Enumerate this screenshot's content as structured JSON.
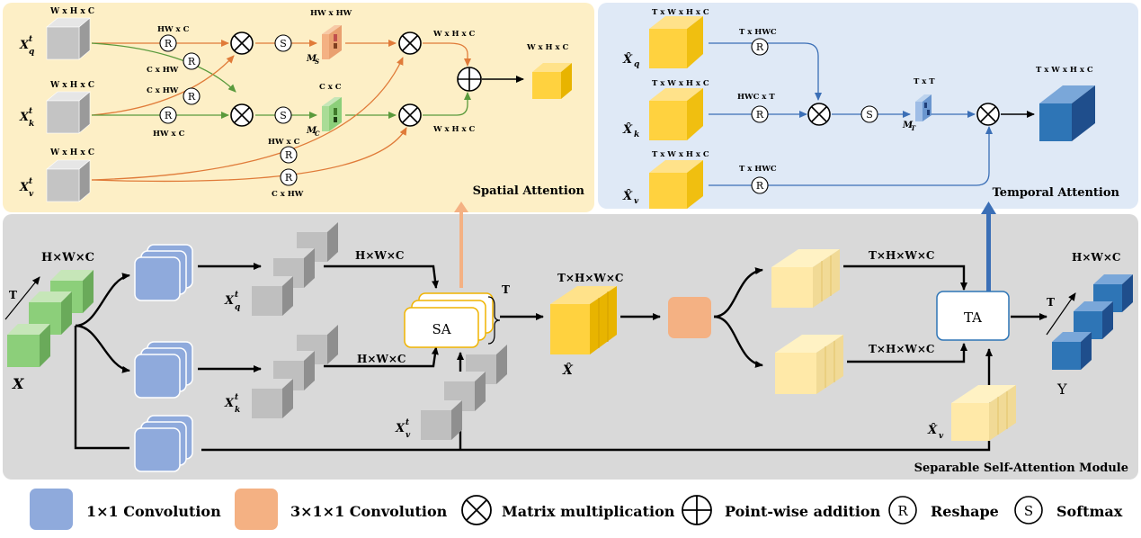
{
  "spatial_panel": {
    "title": "Spatial Attention",
    "dim_whc": "W x H x C",
    "q_label": "X",
    "k_label": "X",
    "v_label": "X",
    "sup_t": "t",
    "sub_q": "q",
    "sub_k": "k",
    "sub_v": "v",
    "hwxc": "HW x C",
    "cxhw": "C x HW",
    "hwxhw": "HW x HW",
    "cxc": "C x C",
    "ms_label": "M",
    "ms_sub": "S",
    "mc_label": "M",
    "mc_sub": "C"
  },
  "temporal_panel": {
    "title": "Temporal Attention",
    "dim_twhc": "T x W x H x C",
    "q_label": "X̂",
    "k_label": "X̂",
    "v_label": "X̂",
    "sub_q": "q",
    "sub_k": "k",
    "sub_v": "v",
    "txhwc": "T x HWC",
    "hwcxt": "HWC x T",
    "txt": "T x T",
    "mt_label": "M",
    "mt_sub": "T"
  },
  "main_module": {
    "title": "Separable Self-Attention Module",
    "input_dim": "H×W×C",
    "t_label": "T",
    "input_label": "X",
    "hwc": "H×W×C",
    "thwc": "T×H×W×C",
    "xq": "X",
    "xk": "X",
    "xv": "X",
    "sup_t": "t",
    "sub_q": "q",
    "sub_k": "k",
    "sub_v": "v",
    "sa_label": "SA",
    "ta_label": "TA",
    "xhat": "X̂",
    "xhat_v": "X̂",
    "output_dim": "H×W×C",
    "output_label": "Y"
  },
  "legend": {
    "conv1": "1×1 Convolution",
    "conv3": "3×1×1 Convolution",
    "matmul": "Matrix multiplication",
    "add": "Point-wise addition",
    "reshape": "Reshape",
    "softmax": "Softmax",
    "r_glyph": "R",
    "s_glyph": "S"
  },
  "colors": {
    "spatial_bg": "#fdefc6",
    "temporal_bg": "#dfe9f6",
    "module_bg": "#d9d9d9",
    "blue_cube": "#2e75b6",
    "yellow_cube": "#ffd23f",
    "green_cube": "#8ccf7a",
    "gray_cube": "#bfbfbf",
    "conv1_color": "#8faadc",
    "conv3_color": "#f4b183",
    "orange_line": "#e07b39",
    "green_line": "#5a9a3c",
    "blue_line": "#3b6fb6"
  }
}
